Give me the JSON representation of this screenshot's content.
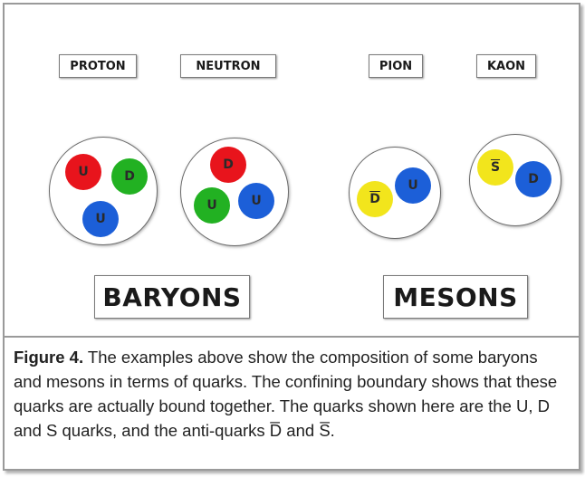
{
  "labels": {
    "proton": "PROTON",
    "neutron": "NEUTRON",
    "pion": "PION",
    "kaon": "KAON",
    "baryons": "BARYONS",
    "mesons": "MESONS"
  },
  "particles": {
    "proton": {
      "quarks": [
        {
          "label": "U",
          "color": "#e8141c"
        },
        {
          "label": "D",
          "color": "#22b122"
        },
        {
          "label": "U",
          "color": "#1c5fd8"
        }
      ]
    },
    "neutron": {
      "quarks": [
        {
          "label": "D",
          "color": "#e8141c"
        },
        {
          "label": "U",
          "color": "#22b122"
        },
        {
          "label": "U",
          "color": "#1c5fd8"
        }
      ]
    },
    "pion": {
      "quarks": [
        {
          "label": "D",
          "color": "#f2e51c",
          "anti": true
        },
        {
          "label": "U",
          "color": "#1c5fd8"
        }
      ]
    },
    "kaon": {
      "quarks": [
        {
          "label": "S",
          "color": "#f2e51c",
          "anti": true
        },
        {
          "label": "D",
          "color": "#1c5fd8"
        }
      ]
    }
  },
  "caption": {
    "heading": "Figure 4.",
    "text": " The examples above show the composition of some baryons and mesons in terms of quarks. The confining boundary shows that these quarks are actually bound together. The quarks shown here are the U, D and S quarks, and the anti-quarks D̅ and S̅."
  }
}
